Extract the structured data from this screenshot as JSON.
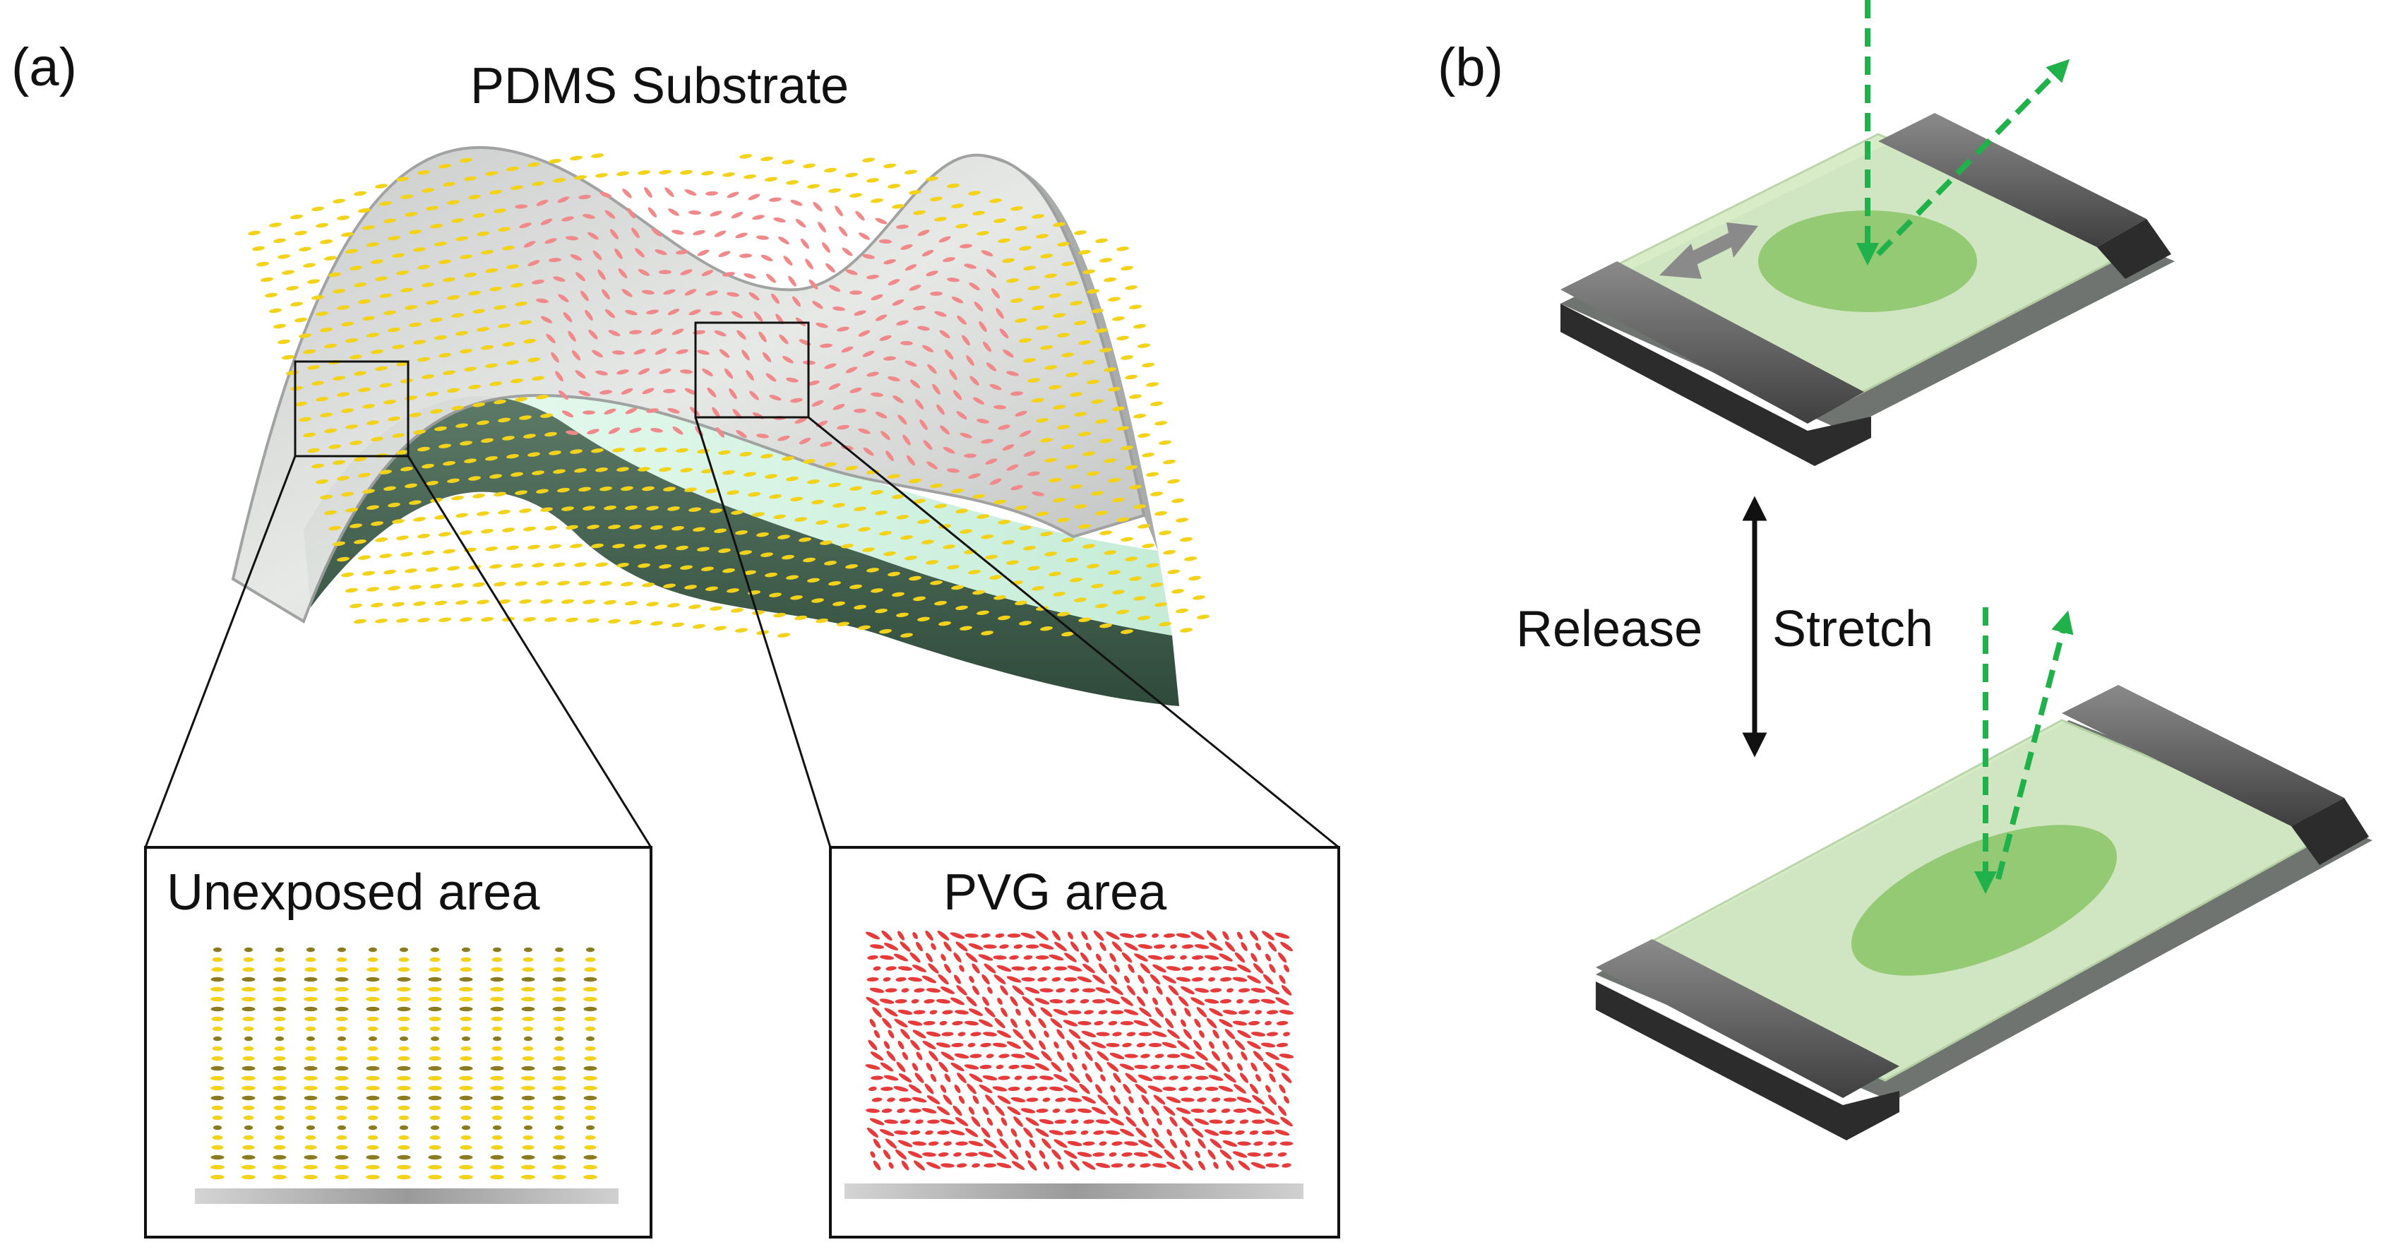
{
  "panel_a": {
    "label": "(a)",
    "title": "PDMS Substrate",
    "inset_left_title": "Unexposed area",
    "inset_right_title": "PVG area"
  },
  "panel_b": {
    "label": "(b)",
    "release_label": "Release",
    "stretch_label": "Stretch"
  },
  "colors": {
    "substrate_top": "#d9ddd9",
    "substrate_side": "#3f5e4b",
    "substrate_highlight": "#d9f5e6",
    "lc_yellow": "#f2d21a",
    "lc_red": "#e53b3b",
    "lc_pink": "#f08a8a",
    "clamp_dark": "#4d4d4d",
    "film_green": "#d6ecc6",
    "spot_green": "#8cc66a",
    "arrow_green": "#21b14b",
    "arrow_gray": "#8a8a8a"
  },
  "icons": {
    "double_arrow": "vertical-double-arrow",
    "beam": "dashed-green-arrow"
  }
}
